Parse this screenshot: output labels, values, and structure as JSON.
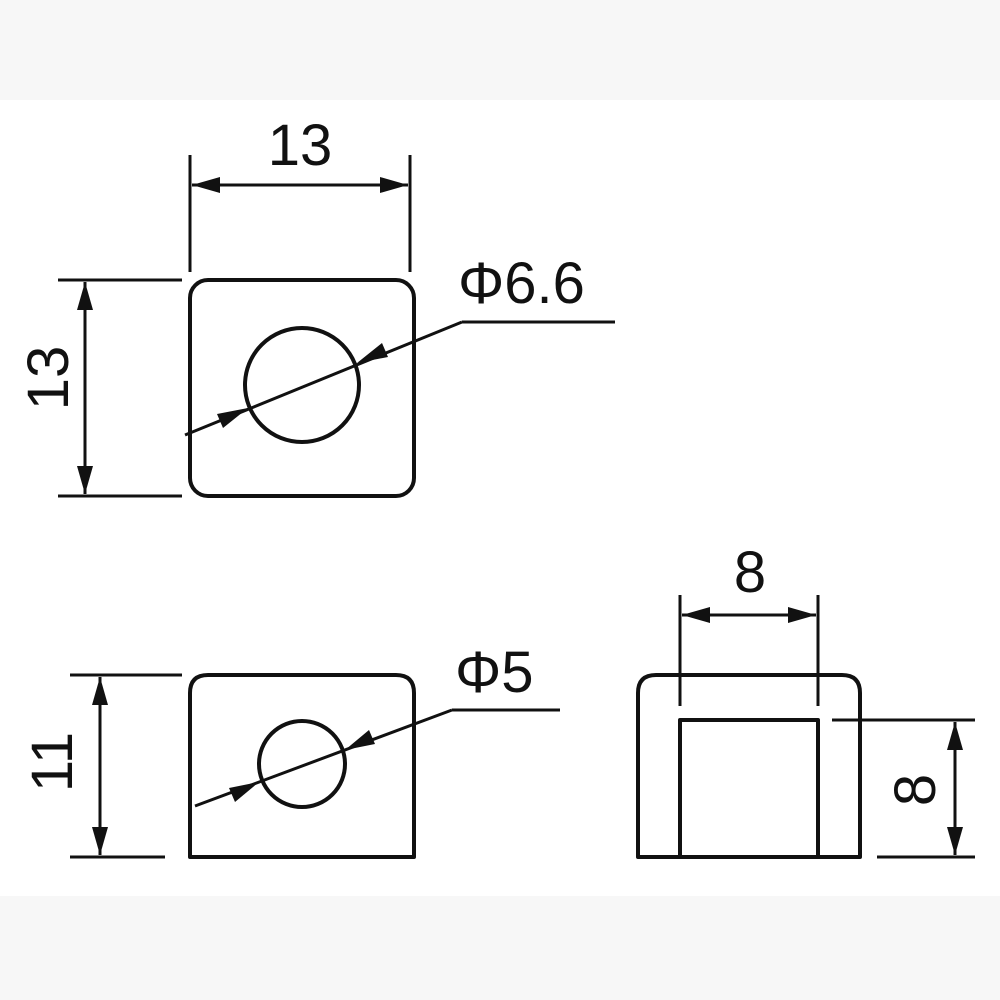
{
  "colors": {
    "line": "#111111",
    "background": "#ffffff",
    "band": "#f7f7f7"
  },
  "top_view": {
    "width_label": "13",
    "height_label": "13",
    "hole_label": "Φ6.6"
  },
  "bottom_left_view": {
    "height_label": "11",
    "hole_label": "Φ5"
  },
  "bottom_right_view": {
    "width_label": "8",
    "height_label": "8"
  }
}
